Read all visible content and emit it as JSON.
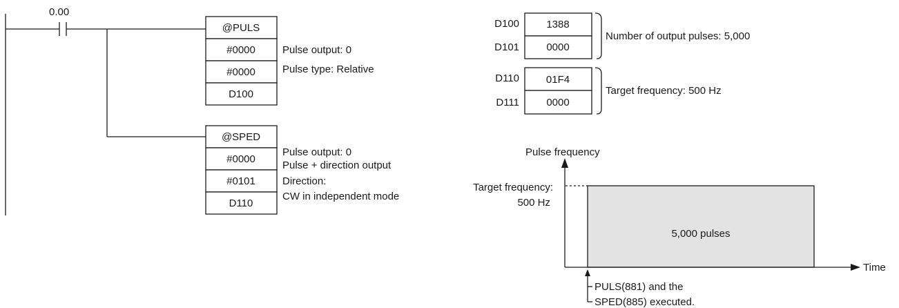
{
  "ladder": {
    "contact_address": "0.00",
    "puls": {
      "mnemonic": "@PULS",
      "operands": [
        "#0000",
        "#0000",
        "D100"
      ],
      "notes": [
        "Pulse output: 0",
        "Pulse type: Relative"
      ]
    },
    "sped": {
      "mnemonic": "@SPED",
      "operands": [
        "#0000",
        "#0101",
        "D110"
      ],
      "notes": [
        "Pulse output: 0",
        "Pulse + direction output",
        "Direction:",
        "CW in independent mode"
      ]
    }
  },
  "memory": {
    "pulses": {
      "rows": [
        {
          "address": "D100",
          "value": "1388"
        },
        {
          "address": "D101",
          "value": "0000"
        }
      ],
      "label": "Number of output pulses: 5,000"
    },
    "frequency": {
      "rows": [
        {
          "address": "D110",
          "value": "01F4"
        },
        {
          "address": "D111",
          "value": "0000"
        }
      ],
      "label": "Target frequency: 500 Hz"
    }
  },
  "graph": {
    "y_axis_label": "Pulse frequency",
    "x_axis_label": "Time",
    "target_label_line1": "Target frequency:",
    "target_label_line2": "500 Hz",
    "area_label": "5,000 pulses",
    "event_label_line1": "PULS(881) and the",
    "event_label_line2": "SPED(885) executed."
  },
  "colors": {
    "line": "#1a1a1a",
    "area_fill": "#e3e3e3",
    "background": "#ffffff"
  }
}
